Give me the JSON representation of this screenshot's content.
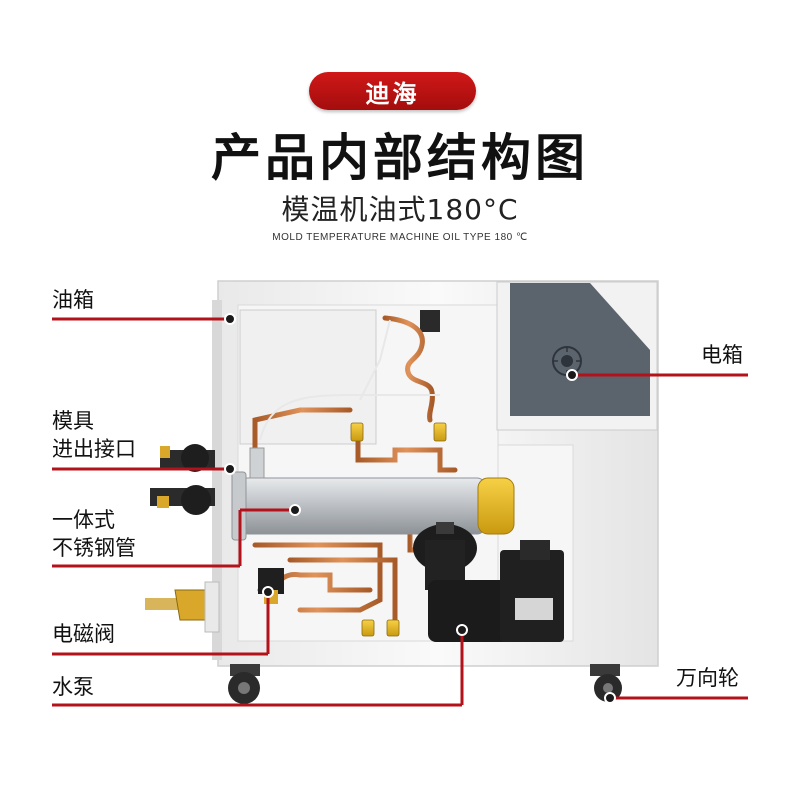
{
  "header": {
    "brand": "迪海",
    "title": "产品内部结构图",
    "subtitle": "模温机油式180°C",
    "caption": "MOLD TEMPERATURE MACHINE OIL TYPE 180 ℃"
  },
  "labels": {
    "oil_tank": "油箱",
    "mold_port_line1": "模具",
    "mold_port_line2": "进出接口",
    "tube_line1": "一体式",
    "tube_line2": "不锈钢管",
    "solenoid_valve": "电磁阀",
    "water_pump": "水泵",
    "electric_box": "电箱",
    "caster": "万向轮"
  },
  "colors": {
    "accent_red": "#b3121a",
    "panel_dark": "#5a6370",
    "copper": "#c97a3e",
    "brass": "#d9a82a",
    "frame": "#f3f3f3"
  }
}
